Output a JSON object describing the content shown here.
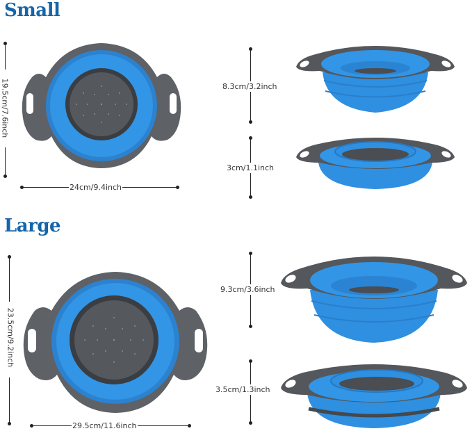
{
  "sections": [
    {
      "title": "Small",
      "top_view": {
        "height_label": "19.5cm/7.6inch",
        "width_label": "24cm/9.4inch"
      },
      "side_views": [
        {
          "state": "expanded",
          "height_label": "8.3cm/3.2inch"
        },
        {
          "state": "collapsed",
          "height_label": "3cm/1.1inch"
        }
      ]
    },
    {
      "title": "Large",
      "top_view": {
        "height_label": "23.5cm/9.2inch",
        "width_label": "29.5cm/11.6inch"
      },
      "side_views": [
        {
          "state": "expanded",
          "height_label": "9.3cm/3.6inch"
        },
        {
          "state": "collapsed",
          "height_label": "3.5cm/1.3inch"
        }
      ]
    }
  ],
  "colors": {
    "title": "#1565a8",
    "silicone_blue": "#2f8fe0",
    "rim_grey": "#5e6166",
    "mesh_grey": "#4f5256",
    "annotation": "#222222"
  }
}
